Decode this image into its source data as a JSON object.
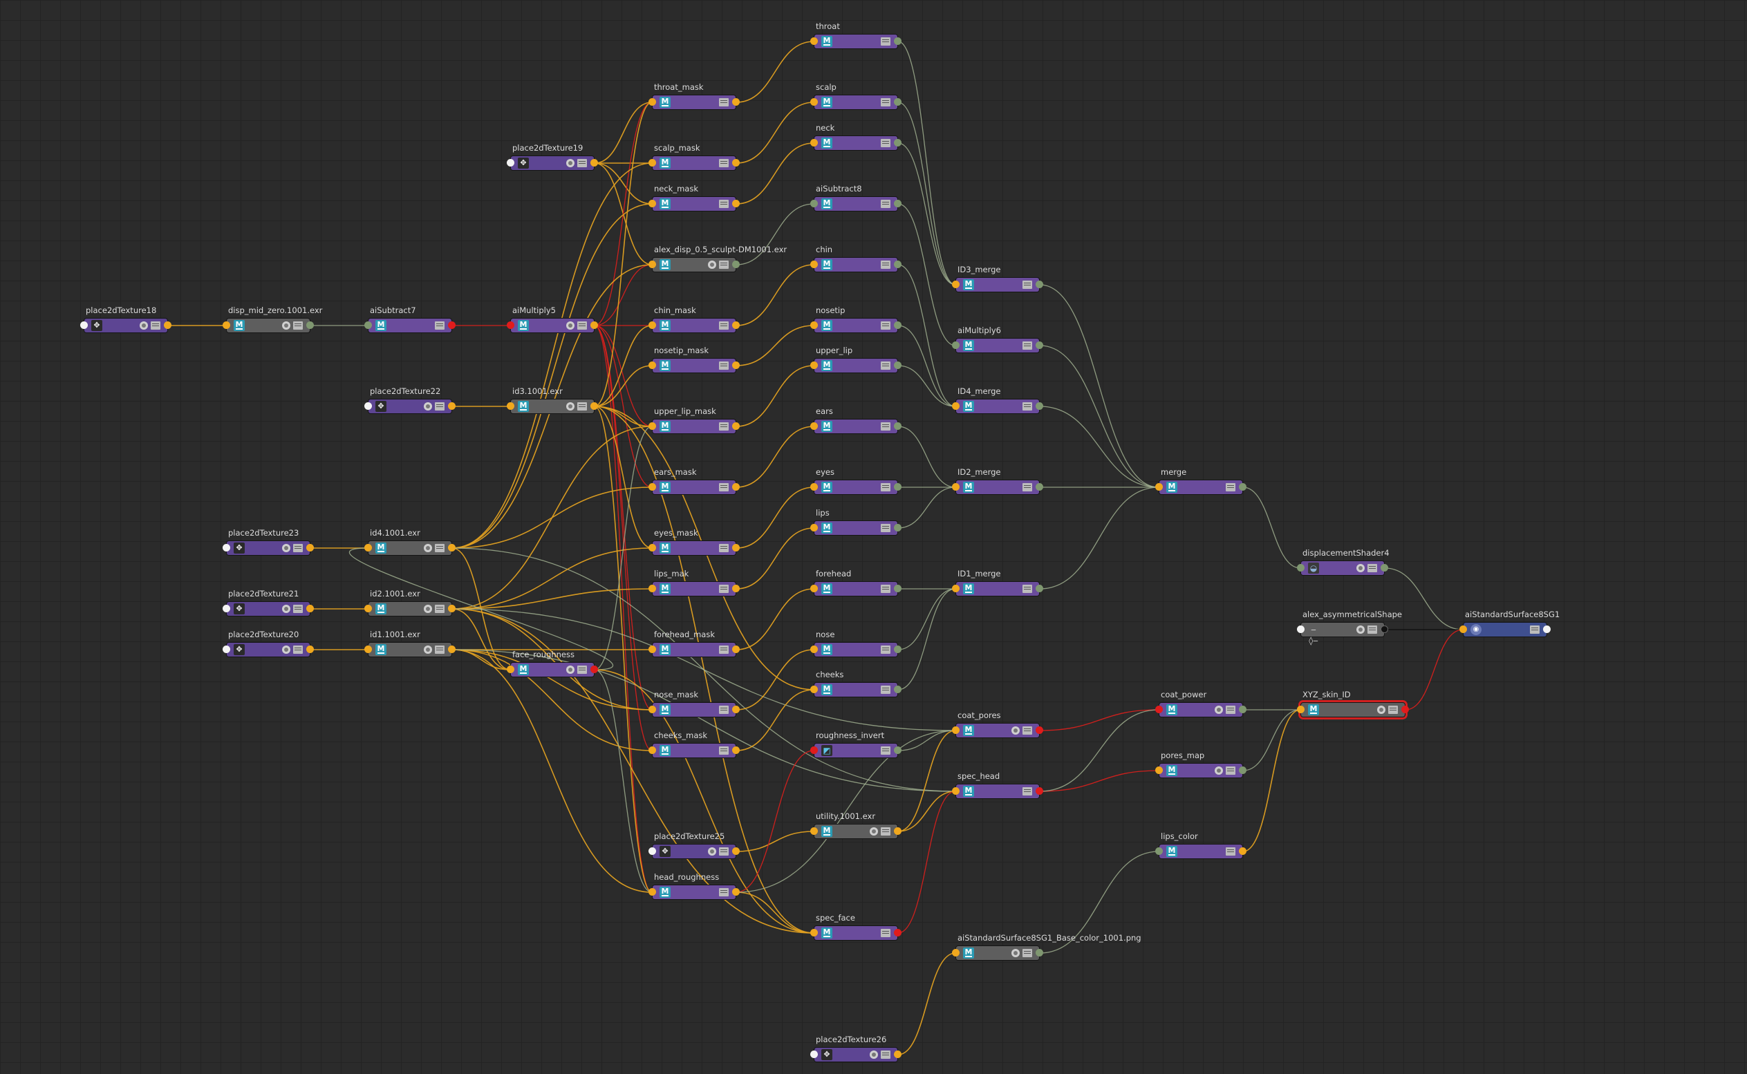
{
  "window": {
    "title": "Hypershade node editor"
  },
  "colors": {
    "background": "#2b2b2b",
    "texture_node": "#6a4c9c",
    "file_node": "#5e5e5e",
    "shading_group_node": "#3f4f8f",
    "color_wire": "#e0a021",
    "float_wire": "#a8b896",
    "red_wire": "#d8201c",
    "selection": "#d11f1f"
  },
  "nodes": [
    {
      "id": "n0",
      "label": "place2dTexture18",
      "kind": "place",
      "icon": "place2d-icon",
      "in": "white",
      "out": "yellow"
    },
    {
      "id": "n1",
      "label": "disp_mid_zero.1001.exr",
      "kind": "exr",
      "icon": "texture-m-icon",
      "in": "yellow",
      "out": "green"
    },
    {
      "id": "n2",
      "label": "aiSubtract7",
      "kind": "tex",
      "icon": "texture-m-icon",
      "in": "green",
      "out": "red"
    },
    {
      "id": "n3",
      "label": "aiMultiply5",
      "kind": "tex",
      "icon": "texture-m-icon",
      "in": "red",
      "out": "yellow"
    },
    {
      "id": "n4",
      "label": "place2dTexture22",
      "kind": "place",
      "icon": "place2d-icon",
      "in": "white",
      "out": "yellow"
    },
    {
      "id": "n5",
      "label": "id3.1001.exr",
      "kind": "exr",
      "icon": "texture-m-icon",
      "in": "yellow",
      "out": "yellow"
    },
    {
      "id": "n6",
      "label": "place2dTexture19",
      "kind": "place",
      "icon": "place2d-icon",
      "in": "white",
      "out": "yellow"
    },
    {
      "id": "n7",
      "label": "place2dTexture23",
      "kind": "place",
      "icon": "place2d-icon",
      "in": "white",
      "out": "yellow"
    },
    {
      "id": "n8",
      "label": "id4.1001.exr",
      "kind": "exr",
      "icon": "texture-m-icon",
      "in": "yellow",
      "out": "yellow"
    },
    {
      "id": "n9",
      "label": "place2dTexture21",
      "kind": "place",
      "icon": "place2d-icon",
      "in": "white",
      "out": "yellow"
    },
    {
      "id": "n10",
      "label": "id2.1001.exr",
      "kind": "exr",
      "icon": "texture-m-icon",
      "in": "yellow",
      "out": "yellow"
    },
    {
      "id": "n11",
      "label": "place2dTexture20",
      "kind": "place",
      "icon": "place2d-icon",
      "in": "white",
      "out": "yellow"
    },
    {
      "id": "n12",
      "label": "id1.1001.exr",
      "kind": "exr",
      "icon": "texture-m-icon",
      "in": "yellow",
      "out": "yellow"
    },
    {
      "id": "n13",
      "label": "face_roughness",
      "kind": "tex",
      "icon": "texture-m-icon",
      "in": "yellow",
      "out": "red"
    },
    {
      "id": "n14",
      "label": "throat_mask",
      "kind": "tex",
      "icon": "texture-m-icon",
      "in": "yellow",
      "out": "yellow"
    },
    {
      "id": "n15",
      "label": "scalp_mask",
      "kind": "tex",
      "icon": "texture-m-icon",
      "in": "yellow",
      "out": "yellow"
    },
    {
      "id": "n16",
      "label": "neck_mask",
      "kind": "tex",
      "icon": "texture-m-icon",
      "in": "yellow",
      "out": "yellow"
    },
    {
      "id": "n17",
      "label": "alex_disp_0.5_sculpt-DM1001.exr",
      "kind": "exr",
      "icon": "texture-m-icon",
      "in": "yellow",
      "out": "green"
    },
    {
      "id": "n18",
      "label": "chin_mask",
      "kind": "tex",
      "icon": "texture-m-icon",
      "in": "yellow",
      "out": "yellow"
    },
    {
      "id": "n19",
      "label": "nosetip_mask",
      "kind": "tex",
      "icon": "texture-m-icon",
      "in": "yellow",
      "out": "yellow"
    },
    {
      "id": "n20",
      "label": "upper_lip_mask",
      "kind": "tex",
      "icon": "texture-m-icon",
      "in": "yellow",
      "out": "yellow"
    },
    {
      "id": "n21",
      "label": "ears_mask",
      "kind": "tex",
      "icon": "texture-m-icon",
      "in": "yellow",
      "out": "yellow"
    },
    {
      "id": "n22",
      "label": "eyes_mask",
      "kind": "tex",
      "icon": "texture-m-icon",
      "in": "yellow",
      "out": "yellow"
    },
    {
      "id": "n23",
      "label": "lips_mak",
      "kind": "tex",
      "icon": "texture-m-icon",
      "in": "yellow",
      "out": "yellow"
    },
    {
      "id": "n24",
      "label": "forehead_mask",
      "kind": "tex",
      "icon": "texture-m-icon",
      "in": "yellow",
      "out": "yellow"
    },
    {
      "id": "n25",
      "label": "nose_mask",
      "kind": "tex",
      "icon": "texture-m-icon",
      "in": "yellow",
      "out": "yellow"
    },
    {
      "id": "n26",
      "label": "cheeks_mask",
      "kind": "tex",
      "icon": "texture-m-icon",
      "in": "yellow",
      "out": "yellow"
    },
    {
      "id": "n27",
      "label": "place2dTexture25",
      "kind": "place",
      "icon": "place2d-icon",
      "in": "white",
      "out": "yellow"
    },
    {
      "id": "n28",
      "label": "head_roughness",
      "kind": "tex",
      "icon": "texture-m-icon",
      "in": "yellow",
      "out": "yellow"
    },
    {
      "id": "n29",
      "label": "throat",
      "kind": "tex",
      "icon": "texture-m-icon",
      "in": "yellow",
      "out": "green"
    },
    {
      "id": "n30",
      "label": "scalp",
      "kind": "tex",
      "icon": "texture-m-icon",
      "in": "yellow",
      "out": "green"
    },
    {
      "id": "n31",
      "label": "neck",
      "kind": "tex",
      "icon": "texture-m-icon",
      "in": "yellow",
      "out": "green"
    },
    {
      "id": "n32",
      "label": "aiSubtract8",
      "kind": "tex",
      "icon": "texture-m-icon",
      "in": "green",
      "out": "green"
    },
    {
      "id": "n33",
      "label": "chin",
      "kind": "tex",
      "icon": "texture-m-icon",
      "in": "yellow",
      "out": "green"
    },
    {
      "id": "n34",
      "label": "nosetip",
      "kind": "tex",
      "icon": "texture-m-icon",
      "in": "yellow",
      "out": "green"
    },
    {
      "id": "n35",
      "label": "upper_lip",
      "kind": "tex",
      "icon": "texture-m-icon",
      "in": "yellow",
      "out": "green"
    },
    {
      "id": "n36",
      "label": "ears",
      "kind": "tex",
      "icon": "texture-m-icon",
      "in": "yellow",
      "out": "green"
    },
    {
      "id": "n37",
      "label": "eyes",
      "kind": "tex",
      "icon": "texture-m-icon",
      "in": "yellow",
      "out": "green"
    },
    {
      "id": "n38",
      "label": "lips",
      "kind": "tex",
      "icon": "texture-m-icon",
      "in": "yellow",
      "out": "green"
    },
    {
      "id": "n39",
      "label": "forehead",
      "kind": "tex",
      "icon": "texture-m-icon",
      "in": "yellow",
      "out": "green"
    },
    {
      "id": "n40",
      "label": "nose",
      "kind": "tex",
      "icon": "texture-m-icon",
      "in": "yellow",
      "out": "green"
    },
    {
      "id": "n41",
      "label": "cheeks",
      "kind": "tex",
      "icon": "texture-m-icon",
      "in": "yellow",
      "out": "green"
    },
    {
      "id": "n42",
      "label": "roughness_invert",
      "kind": "tex",
      "icon": "utility-icon",
      "in": "red",
      "out": "green"
    },
    {
      "id": "n43",
      "label": "utility.1001.exr",
      "kind": "exr",
      "icon": "texture-m-icon",
      "in": "yellow",
      "out": "yellow"
    },
    {
      "id": "n44",
      "label": "spec_face",
      "kind": "tex",
      "icon": "texture-m-icon",
      "in": "yellow",
      "out": "red"
    },
    {
      "id": "n45",
      "label": "place2dTexture26",
      "kind": "place",
      "icon": "place2d-icon",
      "in": "white",
      "out": "yellow"
    },
    {
      "id": "n46",
      "label": "ID3_merge",
      "kind": "tex",
      "icon": "texture-m-icon",
      "in": "yellow",
      "out": "green"
    },
    {
      "id": "n47",
      "label": "aiMultiply6",
      "kind": "tex",
      "icon": "texture-m-icon",
      "in": "green",
      "out": "green"
    },
    {
      "id": "n48",
      "label": "ID4_merge",
      "kind": "tex",
      "icon": "texture-m-icon",
      "in": "yellow",
      "out": "green"
    },
    {
      "id": "n49",
      "label": "ID2_merge",
      "kind": "tex",
      "icon": "texture-m-icon",
      "in": "yellow",
      "out": "green"
    },
    {
      "id": "n50",
      "label": "ID1_merge",
      "kind": "tex",
      "icon": "texture-m-icon",
      "in": "yellow",
      "out": "green"
    },
    {
      "id": "n51",
      "label": "coat_pores",
      "kind": "tex",
      "icon": "texture-m-icon",
      "in": "yellow",
      "out": "red"
    },
    {
      "id": "n52",
      "label": "spec_head",
      "kind": "tex",
      "icon": "texture-m-icon",
      "in": "yellow",
      "out": "red"
    },
    {
      "id": "n53",
      "label": "aiStandardSurface8SG1_Base_color_1001.png",
      "kind": "exr",
      "icon": "texture-m-icon",
      "in": "yellow",
      "out": "green"
    },
    {
      "id": "n54",
      "label": "merge",
      "kind": "tex",
      "icon": "texture-m-icon",
      "in": "yellow",
      "out": "green"
    },
    {
      "id": "n55",
      "label": "coat_power",
      "kind": "tex",
      "icon": "texture-m-icon",
      "in": "red",
      "out": "green"
    },
    {
      "id": "n56",
      "label": "pores_map",
      "kind": "tex",
      "icon": "texture-m-icon",
      "in": "yellow",
      "out": "green"
    },
    {
      "id": "n57",
      "label": "lips_color",
      "kind": "tex",
      "icon": "texture-m-icon",
      "in": "green",
      "out": "yellow"
    },
    {
      "id": "n58",
      "label": "displacementShader4",
      "kind": "tex",
      "icon": "displacement-icon",
      "in": "green",
      "out": "green"
    },
    {
      "id": "n59",
      "label": "alex_asymmetricalShape",
      "kind": "exr",
      "icon": "mesh-shape-icon",
      "in": "white",
      "out": "black"
    },
    {
      "id": "n60",
      "label": "XYZ_skin_ID",
      "kind": "exr",
      "icon": "texture-m-icon",
      "in": "yellow",
      "out": "red",
      "selected": true
    },
    {
      "id": "n61",
      "label": "aiStandardSurface8SG1",
      "kind": "sg",
      "icon": "shading-group-icon",
      "in": "yellow",
      "out": "white"
    }
  ],
  "connections": [
    [
      "n0",
      "n1",
      "y"
    ],
    [
      "n1",
      "n2",
      "g"
    ],
    [
      "n2",
      "n3",
      "r"
    ],
    [
      "n4",
      "n5",
      "y"
    ],
    [
      "n7",
      "n8",
      "y"
    ],
    [
      "n9",
      "n10",
      "y"
    ],
    [
      "n11",
      "n12",
      "y"
    ],
    [
      "n6",
      "n14",
      "y"
    ],
    [
      "n6",
      "n15",
      "y"
    ],
    [
      "n6",
      "n16",
      "y"
    ],
    [
      "n6",
      "n17",
      "y"
    ],
    [
      "n3",
      "n17",
      "r"
    ],
    [
      "n3",
      "n14",
      "r"
    ],
    [
      "n3",
      "n18",
      "r"
    ],
    [
      "n3",
      "n20",
      "r"
    ],
    [
      "n3",
      "n26",
      "r"
    ],
    [
      "n3",
      "n28",
      "r"
    ],
    [
      "n3",
      "n25",
      "r"
    ],
    [
      "n3",
      "n21",
      "r"
    ],
    [
      "n5",
      "n14",
      "y"
    ],
    [
      "n5",
      "n18",
      "y"
    ],
    [
      "n5",
      "n19",
      "y"
    ],
    [
      "n5",
      "n20",
      "y"
    ],
    [
      "n5",
      "n22",
      "y"
    ],
    [
      "n5",
      "n28",
      "y"
    ],
    [
      "n5",
      "n44",
      "y"
    ],
    [
      "n5",
      "n41",
      "y"
    ],
    [
      "n8",
      "n15",
      "y"
    ],
    [
      "n8",
      "n16",
      "y"
    ],
    [
      "n8",
      "n17",
      "y"
    ],
    [
      "n8",
      "n21",
      "y"
    ],
    [
      "n8",
      "n13",
      "y"
    ],
    [
      "n8",
      "n52",
      "g"
    ],
    [
      "n10",
      "n20",
      "y"
    ],
    [
      "n10",
      "n22",
      "y"
    ],
    [
      "n10",
      "n23",
      "y"
    ],
    [
      "n10",
      "n13",
      "y"
    ],
    [
      "n10",
      "n25",
      "y"
    ],
    [
      "n10",
      "n44",
      "y"
    ],
    [
      "n10",
      "n51",
      "g"
    ],
    [
      "n12",
      "n24",
      "y"
    ],
    [
      "n12",
      "n25",
      "y"
    ],
    [
      "n12",
      "n26",
      "y"
    ],
    [
      "n12",
      "n13",
      "y"
    ],
    [
      "n12",
      "n28",
      "y"
    ],
    [
      "n12",
      "n52",
      "g"
    ],
    [
      "n13",
      "n28",
      "g"
    ],
    [
      "n13",
      "n20",
      "g"
    ],
    [
      "n13",
      "n8",
      "g"
    ],
    [
      "n13",
      "n44",
      "y"
    ],
    [
      "n14",
      "n29",
      "y"
    ],
    [
      "n15",
      "n30",
      "y"
    ],
    [
      "n16",
      "n31",
      "y"
    ],
    [
      "n17",
      "n32",
      "g"
    ],
    [
      "n18",
      "n33",
      "y"
    ],
    [
      "n19",
      "n34",
      "y"
    ],
    [
      "n20",
      "n35",
      "y"
    ],
    [
      "n21",
      "n36",
      "y"
    ],
    [
      "n22",
      "n37",
      "y"
    ],
    [
      "n23",
      "n38",
      "y"
    ],
    [
      "n24",
      "n39",
      "y"
    ],
    [
      "n25",
      "n40",
      "y"
    ],
    [
      "n26",
      "n41",
      "y"
    ],
    [
      "n27",
      "n43",
      "y"
    ],
    [
      "n28",
      "n42",
      "r"
    ],
    [
      "n28",
      "n44",
      "y"
    ],
    [
      "n28",
      "n51",
      "g"
    ],
    [
      "n29",
      "n46",
      "g"
    ],
    [
      "n30",
      "n46",
      "g"
    ],
    [
      "n31",
      "n46",
      "g"
    ],
    [
      "n32",
      "n47",
      "g"
    ],
    [
      "n33",
      "n48",
      "g"
    ],
    [
      "n34",
      "n48",
      "g"
    ],
    [
      "n35",
      "n48",
      "g"
    ],
    [
      "n36",
      "n49",
      "g"
    ],
    [
      "n37",
      "n49",
      "g"
    ],
    [
      "n38",
      "n49",
      "g"
    ],
    [
      "n39",
      "n50",
      "g"
    ],
    [
      "n40",
      "n50",
      "g"
    ],
    [
      "n41",
      "n50",
      "g"
    ],
    [
      "n42",
      "n51",
      "g"
    ],
    [
      "n43",
      "n52",
      "y"
    ],
    [
      "n43",
      "n51",
      "y"
    ],
    [
      "n44",
      "n52",
      "r"
    ],
    [
      "n45",
      "n53",
      "y"
    ],
    [
      "n46",
      "n54",
      "g"
    ],
    [
      "n47",
      "n54",
      "g"
    ],
    [
      "n48",
      "n54",
      "g"
    ],
    [
      "n49",
      "n54",
      "g"
    ],
    [
      "n50",
      "n54",
      "g"
    ],
    [
      "n51",
      "n55",
      "r"
    ],
    [
      "n52",
      "n56",
      "r"
    ],
    [
      "n52",
      "n55",
      "g"
    ],
    [
      "n53",
      "n57",
      "g"
    ],
    [
      "n54",
      "n58",
      "g"
    ],
    [
      "n55",
      "n60",
      "g"
    ],
    [
      "n56",
      "n60",
      "g"
    ],
    [
      "n57",
      "n60",
      "y"
    ],
    [
      "n58",
      "n61",
      "g"
    ],
    [
      "n59",
      "n61",
      "k"
    ],
    [
      "n60",
      "n61",
      "r"
    ]
  ]
}
